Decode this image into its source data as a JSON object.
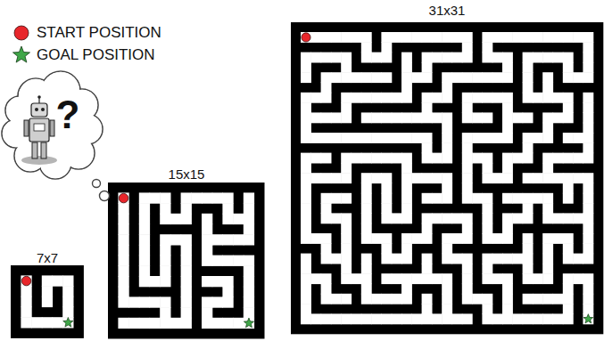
{
  "diagram": {
    "labels": [
      "7x7",
      "15x15",
      "31x31",
      "?"
    ],
    "legend": [
      {
        "text": "START POSITION"
      },
      {
        "text": "GOAL POSITION"
      }
    ]
  }
}
